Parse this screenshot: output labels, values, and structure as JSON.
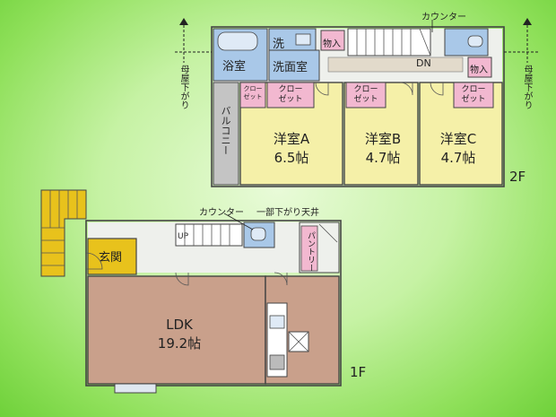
{
  "floor2": {
    "label": "2F",
    "rooms": {
      "bath": "浴室",
      "wash_small": "洗",
      "washroom": "洗面室",
      "storage1": "物入",
      "storage2": "物入",
      "dn": "DN",
      "room_a_name": "洋室A",
      "room_a_size": "6.5帖",
      "room_b_name": "洋室B",
      "room_b_size": "4.7帖",
      "room_c_name": "洋室C",
      "room_c_size": "4.7帖",
      "balcony": "バルコニー",
      "closet_a1_line1": "クロー",
      "closet_a1_line2": "ゼット",
      "closet_a2_line1": "クロー",
      "closet_a2_line2": "ゼット",
      "closet_b_line1": "クロー",
      "closet_b_line2": "ゼット",
      "closet_c_line1": "クロー",
      "closet_c_line2": "ゼット"
    },
    "counter": "カウンター",
    "roof_left": "母屋下がり",
    "roof_right": "母屋下がり"
  },
  "floor1": {
    "label": "1F",
    "rooms": {
      "entrance": "玄関",
      "ldk_name": "LDK",
      "ldk_size": "19.2帖",
      "pantry": "パントリー",
      "up": "UP"
    },
    "counter": "カウンター",
    "ceiling": "一部下がり天井"
  },
  "colors": {
    "room": "#f5f0a8",
    "ldk": "#c9a08b",
    "hall": "#eef0ec",
    "wet": "#a9c8e8",
    "closet": "#f2b8d0",
    "entrance": "#e8c21c",
    "balcony": "#c4c4c4"
  }
}
